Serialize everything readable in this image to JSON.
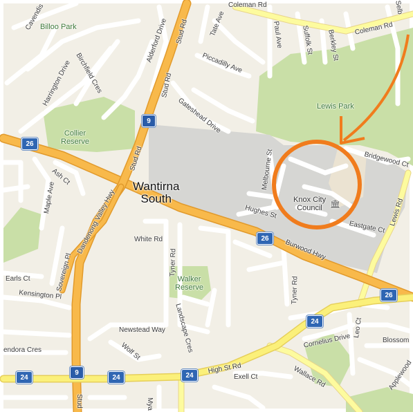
{
  "map": {
    "colors": {
      "land": "#f2efe6",
      "park": "#c9dfa7",
      "mall": "#d6d6d3",
      "major_road": "#f8b94b",
      "minor_road": "#ffffff",
      "secondary_road": "#fdfb9e",
      "annotation": "#f07c1d"
    },
    "place_label": "Wantirna\nSouth",
    "poi_label": "Knox City\nCouncil",
    "poi_icon": "government-building-icon",
    "park_labels": {
      "billoo": "Billoo Park",
      "collier": "Collier\nReserve",
      "lewis": "Lewis Park",
      "walker": "Walker\nReserve"
    },
    "roads": {
      "coleman_top": "Coleman Rd",
      "coleman": "Coleman Rd",
      "cavendish": "Cavendis",
      "harrington": "Harrington Drive",
      "birchfield": "Birchfield Cres",
      "alderford": "Alderford Drive",
      "stud_top": "Stud Rd",
      "stud_mid": "Stud Rd",
      "stud_left": "Stud Rd",
      "stud_bottom": "Stud",
      "tate": "Tate Ave",
      "piccadilly": "Piccadilly Ave",
      "paul": "Paul Ave",
      "suffolk": "Suffolk St",
      "berkley": "Berkley St",
      "selb": "Selb",
      "gateshead": "Gateshead Drive",
      "bridgewood": "Bridgewood Ct",
      "melbourne": "Melbourne St",
      "hughes": "Hughes St",
      "eastgate": "Eastgate Ct",
      "lewis_rd": "Lewis Rd",
      "dandenong": "Dandenong Valley Hwy",
      "ash": "Ash Ct",
      "maple": "Maple Ave",
      "white": "White Rd",
      "tyner1": "Tyner Rd",
      "tyner2": "Tyner Rd",
      "burwood": "Burwood Hwy",
      "earls": "Earls Ct",
      "sovereign": "Sovereign Pl",
      "kensington": "Kensington Pl",
      "landscape": "Landscape Cres",
      "newstead": "Newstead Way",
      "wolf": "Wolf St",
      "cornelius": "Cornelius Drive",
      "leo": "Leo Ct",
      "blossom": "Blossom",
      "applewood": "Applewood",
      "high": "High St Rd",
      "exell": "Exell Ct",
      "wallace": "Wallace Rd",
      "endora": "endora Cres",
      "mya": "Mya"
    },
    "shields": [
      {
        "id": "r26-west",
        "text": "26",
        "kind": "route"
      },
      {
        "id": "m9-north",
        "text": "9",
        "kind": "freeway"
      },
      {
        "id": "r26-center",
        "text": "26",
        "kind": "route"
      },
      {
        "id": "r26-east",
        "text": "26",
        "kind": "route"
      },
      {
        "id": "r24-east",
        "text": "24",
        "kind": "route"
      },
      {
        "id": "r24-west",
        "text": "24",
        "kind": "route"
      },
      {
        "id": "m9-south",
        "text": "9",
        "kind": "freeway"
      },
      {
        "id": "r24-mid",
        "text": "24",
        "kind": "route"
      },
      {
        "id": "r24-center",
        "text": "24",
        "kind": "route"
      }
    ]
  }
}
